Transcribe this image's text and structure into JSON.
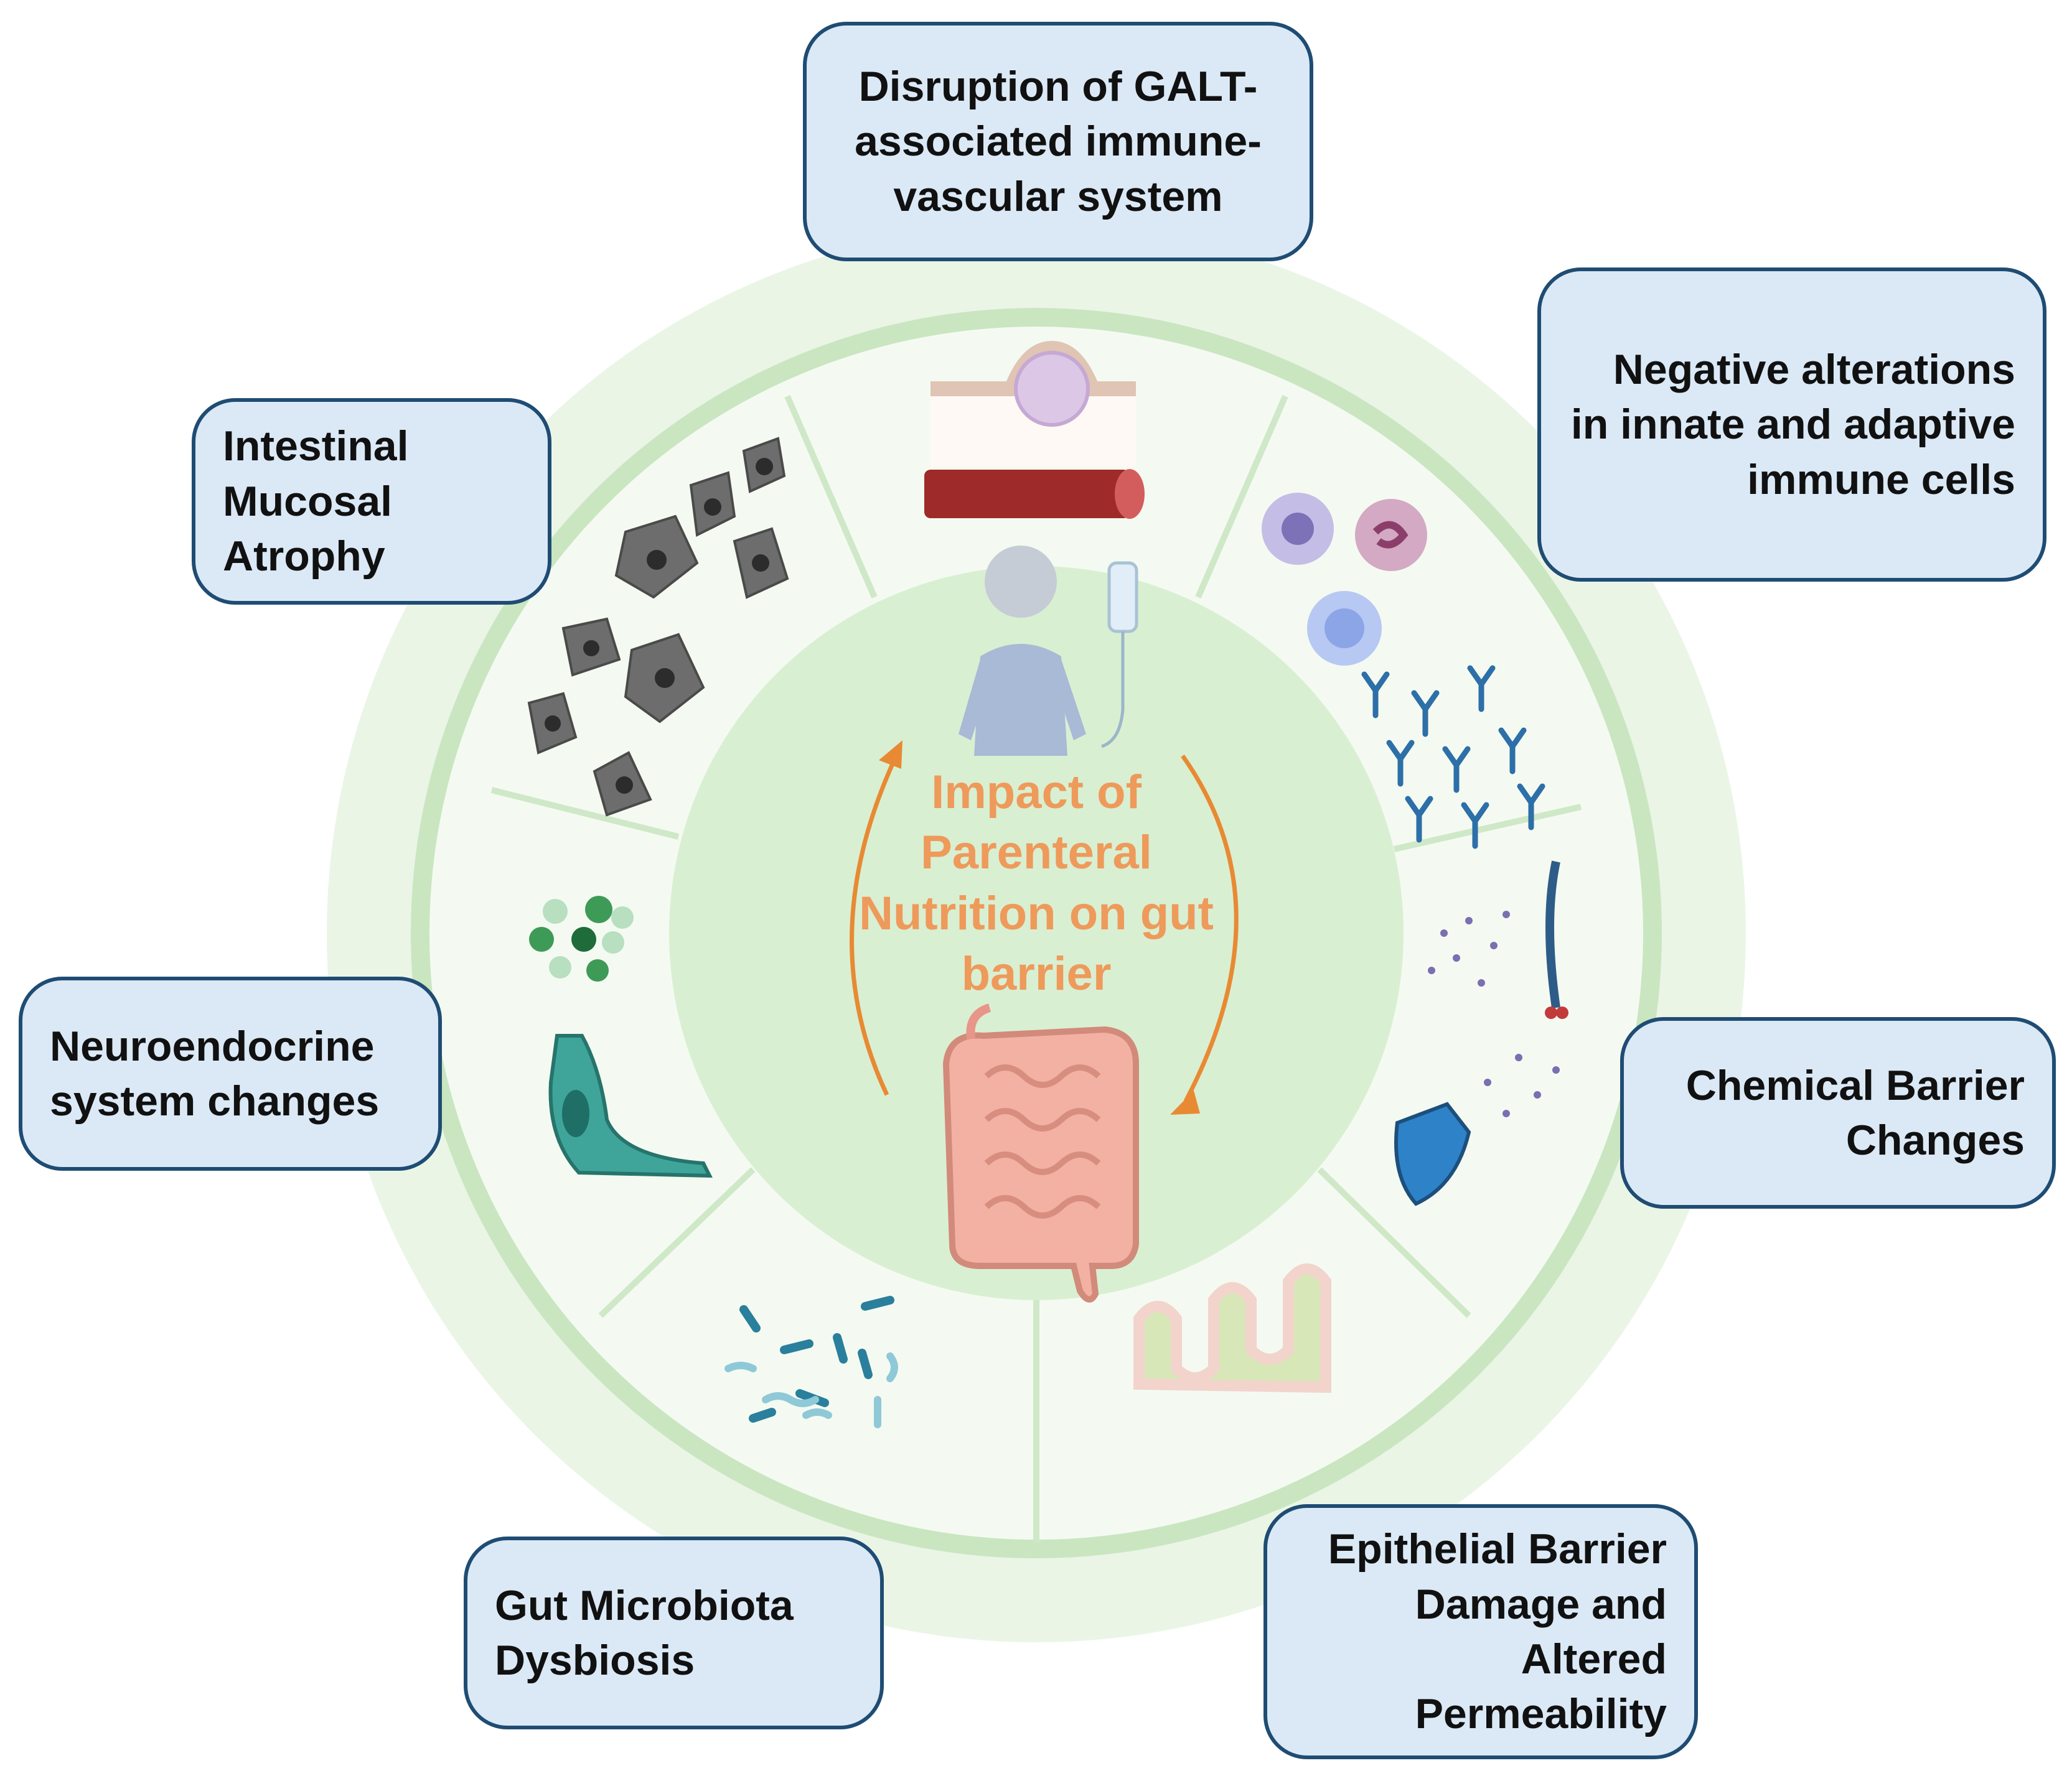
{
  "center_title": "Impact of Parenteral Nutrition on gut barrier",
  "colors": {
    "outer_ring": "#eaf5e6",
    "middle_ring": "#c9e6c1",
    "inner_circle": "#d9efd2",
    "arrow": "#e88a33",
    "title": "#ee9a5b",
    "box_fill": "#dbe9f6",
    "box_border": "#1f4c73"
  },
  "labels": {
    "galt": "Disruption of GALT-associated immune-vascular system",
    "immune": "Negative alterations in innate and adaptive immune cells",
    "chemical": "Chemical Barrier Changes",
    "epithelial": "Epithelial Barrier Damage and Altered Permeability",
    "microbiota": "Gut Microbiota Dysbiosis",
    "neuro": "Neuroendocrine system changes",
    "atrophy": "Intestinal Mucosal Atrophy"
  }
}
